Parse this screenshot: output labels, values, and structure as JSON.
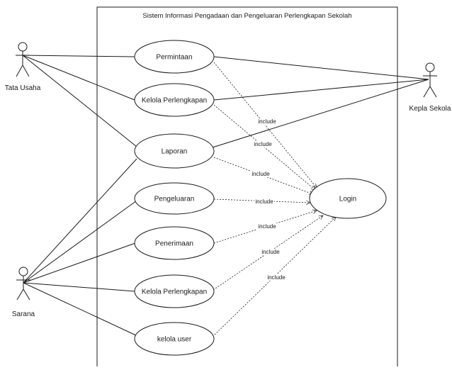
{
  "system": {
    "title": "Sistem Informasi Pengadaan dan Pengeluaran Perlengkapan Sekolah"
  },
  "actors": [
    {
      "id": "tu",
      "name": "Tata Usaha",
      "icon": "stick-figure-icon"
    },
    {
      "id": "sarana",
      "name": "Sarana",
      "icon": "stick-figure-icon"
    },
    {
      "id": "kepsek",
      "name": "Kepla Sekola",
      "icon": "stick-figure-icon"
    }
  ],
  "use_cases": [
    {
      "id": "permintaan",
      "label": "Permintaan"
    },
    {
      "id": "kelola1",
      "label": "Kelola Perlengkapan"
    },
    {
      "id": "laporan",
      "label": "Laporan"
    },
    {
      "id": "pengeluaran",
      "label": "Pengeluaran"
    },
    {
      "id": "penerimaan",
      "label": "Penerimaan"
    },
    {
      "id": "kelola2",
      "label": "Kelola Perlengkapan"
    },
    {
      "id": "kelolauser",
      "label": "kelola user"
    },
    {
      "id": "login",
      "label": "Login"
    }
  ],
  "associations": [
    {
      "actor": "tu",
      "use_case": "permintaan"
    },
    {
      "actor": "tu",
      "use_case": "kelola1"
    },
    {
      "actor": "tu",
      "use_case": "laporan"
    },
    {
      "actor": "kepsek",
      "use_case": "permintaan"
    },
    {
      "actor": "kepsek",
      "use_case": "kelola1"
    },
    {
      "actor": "kepsek",
      "use_case": "laporan"
    },
    {
      "actor": "sarana",
      "use_case": "laporan"
    },
    {
      "actor": "sarana",
      "use_case": "pengeluaran"
    },
    {
      "actor": "sarana",
      "use_case": "penerimaan"
    },
    {
      "actor": "sarana",
      "use_case": "kelola2"
    },
    {
      "actor": "sarana",
      "use_case": "kelolauser"
    }
  ],
  "includes": [
    {
      "from": "permintaan",
      "to": "login",
      "label": "include"
    },
    {
      "from": "kelola1",
      "to": "login",
      "label": "include"
    },
    {
      "from": "laporan",
      "to": "login",
      "label": "include"
    },
    {
      "from": "pengeluaran",
      "to": "login",
      "label": "include"
    },
    {
      "from": "penerimaan",
      "to": "login",
      "label": "include"
    },
    {
      "from": "kelola2",
      "to": "login",
      "label": "include"
    },
    {
      "from": "kelolauser",
      "to": "login",
      "label": "include"
    }
  ],
  "colors": {
    "stroke": "#1a1a1a",
    "background": "#ffffff",
    "text": "#1a1a1a"
  }
}
